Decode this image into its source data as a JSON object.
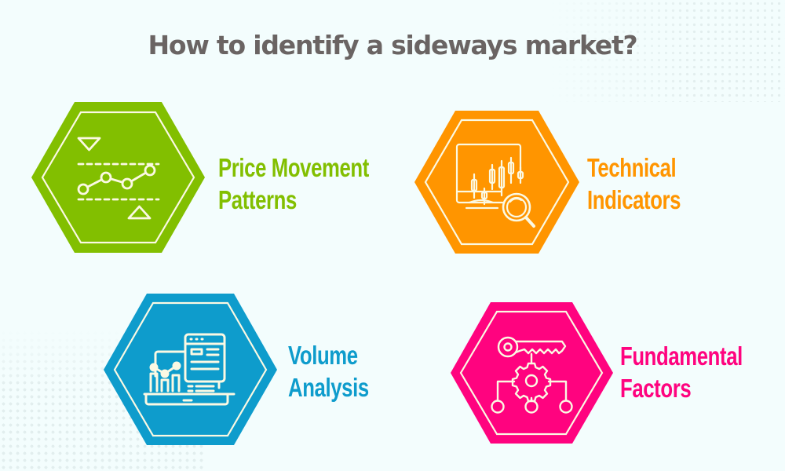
{
  "title": "How to identify a sideways market?",
  "colors": {
    "background": "#f3fdfd",
    "title": "#6a6463",
    "green": "#82bf00",
    "orange": "#ff9500",
    "blue": "#0e9ccc",
    "pink": "#ff037f",
    "icon_stroke": "#fbf9e3"
  },
  "items": [
    {
      "id": "price-movement-patterns",
      "line1": "Price Movement",
      "line2": "Patterns",
      "color": "#82bf00",
      "icon": "range-bound-line-chart-icon"
    },
    {
      "id": "technical-indicators",
      "line1": "Technical",
      "line2": "Indicators",
      "color": "#ff9500",
      "icon": "candlestick-monitor-magnifier-icon"
    },
    {
      "id": "volume-analysis",
      "line1": "Volume",
      "line2": "Analysis",
      "color": "#0e9ccc",
      "icon": "laptop-analytics-dashboard-icon"
    },
    {
      "id": "fundamental-factors",
      "line1": "Fundamental",
      "line2": "Factors",
      "color": "#ff037f",
      "icon": "key-gear-network-icon"
    }
  ]
}
